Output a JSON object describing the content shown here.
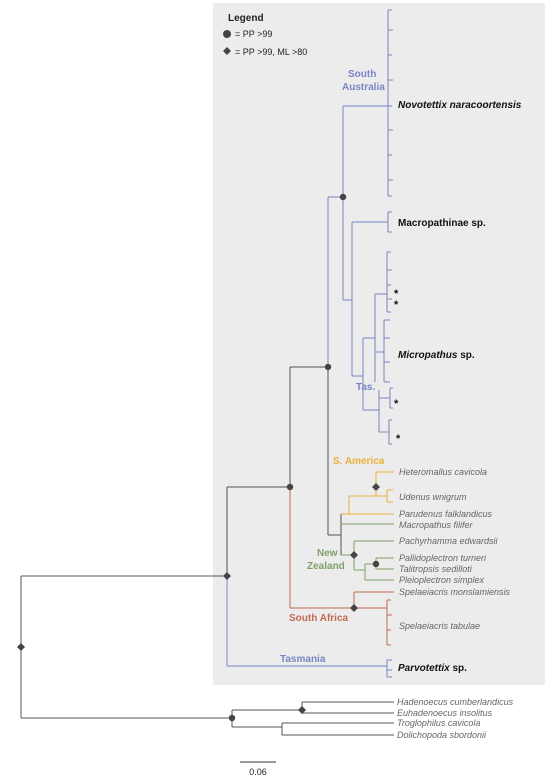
{
  "legend": {
    "title": "Legend",
    "circle_label": "= PP >99",
    "diamond_label": "= PP >99, ML >80"
  },
  "regions": {
    "south_australia_1": "South",
    "south_australia_2": "Australia",
    "tasmania_short": "Tas.",
    "south_america": "S. America",
    "new_zealand_1": "New",
    "new_zealand_2": "Zealand",
    "south_africa": "South Africa",
    "tasmania": "Tasmania"
  },
  "clade_labels": {
    "novotettix_genus": "Novotettix naracoortensis",
    "macropathinae": "Macropathinae sp.",
    "micropathus_genus": "Micropathus",
    "micropathus_sp": " sp.",
    "parvotettix_genus": "Parvotettix",
    "parvotettix_sp": " sp."
  },
  "taxa": {
    "heteromallus": "Heteromallus cavicola",
    "udenus": "Udenus wnigrum",
    "parudenus": "Parudenus falklandicus",
    "macropathus": "Macropathus filifer",
    "pachyrhamma": "Pachyrhamma edwardsii",
    "pallidoplectron": "Pallidoplectron turneri",
    "talitropsis": "Talitropsis sedilloti",
    "pleioplectron": "Pleioplectron simplex",
    "spelaeiacris_m": "Spelaeiacris monslamiensis",
    "spelaeiacris_t": "Spelaeiacris tabulae",
    "hadenoecus": "Hadenoecus cumberlandicus",
    "euhadenoecus": "Euhadenoecus insolitus",
    "troglophilus": "Troglophilus cavicola",
    "dolichopoda": "Dolichopoda sbordonii"
  },
  "asterisk": "*",
  "scale_bar": "0.06",
  "colors": {
    "australia_blue": "#7b84c4",
    "south_america_yellow": "#e8b13a",
    "new_zealand_green": "#7fa06a",
    "south_africa_red": "#c46a53",
    "outgroup_gray": "#555555",
    "panel_bg": "#ececec"
  }
}
